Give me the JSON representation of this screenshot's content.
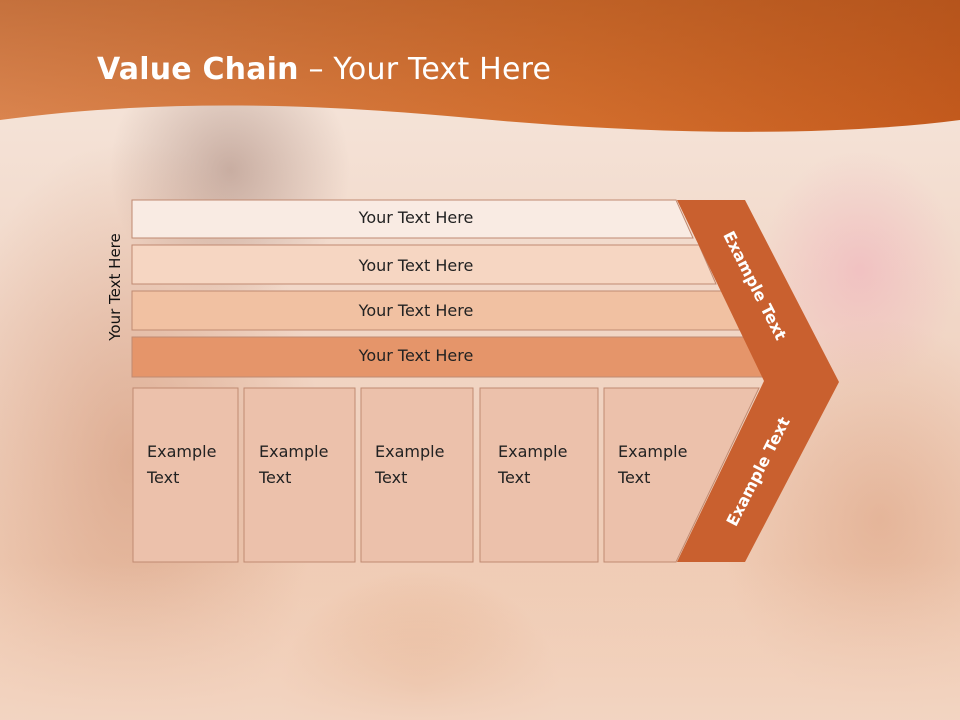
{
  "slide": {
    "title_bold": "Value Chain",
    "title_rest": " – Your Text Here",
    "side_label": "Your Text Here"
  },
  "bars": [
    {
      "label": "Your Text Here",
      "fill": "#f9ebe3"
    },
    {
      "label": "Your Text Here",
      "fill": "#f6d6c2"
    },
    {
      "label": "Your Text Here",
      "fill": "#f1c1a2"
    },
    {
      "label": "Your Text Here",
      "fill": "#e5956a"
    }
  ],
  "boxes": [
    {
      "line1": "Example",
      "line2": "Text"
    },
    {
      "line1": "Example",
      "line2": "Text"
    },
    {
      "line1": "Example",
      "line2": "Text"
    },
    {
      "line1": "Example",
      "line2": "Text"
    },
    {
      "line1": "Example",
      "line2": "Text"
    }
  ],
  "chevron": {
    "top_label": "Example Text",
    "bottom_label": "Example Text",
    "fill": "#c9602f"
  },
  "colors": {
    "header": "#d4702f",
    "box_fill": "#ecc1ab",
    "box_stroke": "#c08a72"
  }
}
